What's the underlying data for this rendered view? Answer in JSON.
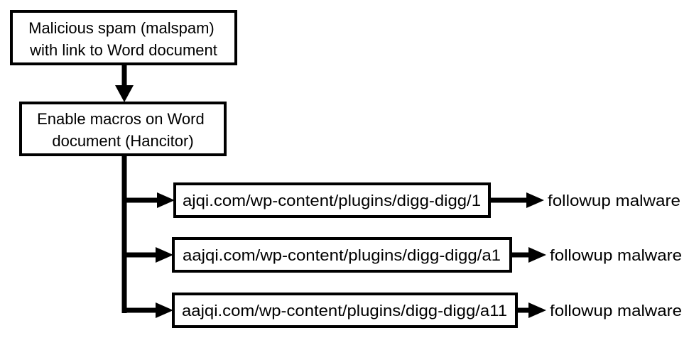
{
  "diagram": {
    "nodes": {
      "malspam": {
        "lines": [
          "Malicious spam (malspam)",
          "with link to Word document"
        ]
      },
      "macros": {
        "lines": [
          "Enable macros on Word",
          "document (Hancitor)"
        ]
      },
      "url1": {
        "lines": [
          "ajqi.com/wp-content/plugins/digg-digg/1"
        ]
      },
      "url2": {
        "lines": [
          "aajqi.com/wp-content/plugins/digg-digg/a1"
        ]
      },
      "url3": {
        "lines": [
          "aajqi.com/wp-content/plugins/digg-digg/a11"
        ]
      }
    },
    "outcomes": {
      "out1": "followup malware",
      "out2": "followup malware",
      "out3": "followup malware"
    },
    "colors": {
      "line": "#000000",
      "box_fill": "#ffffff",
      "text": "#000000"
    }
  }
}
